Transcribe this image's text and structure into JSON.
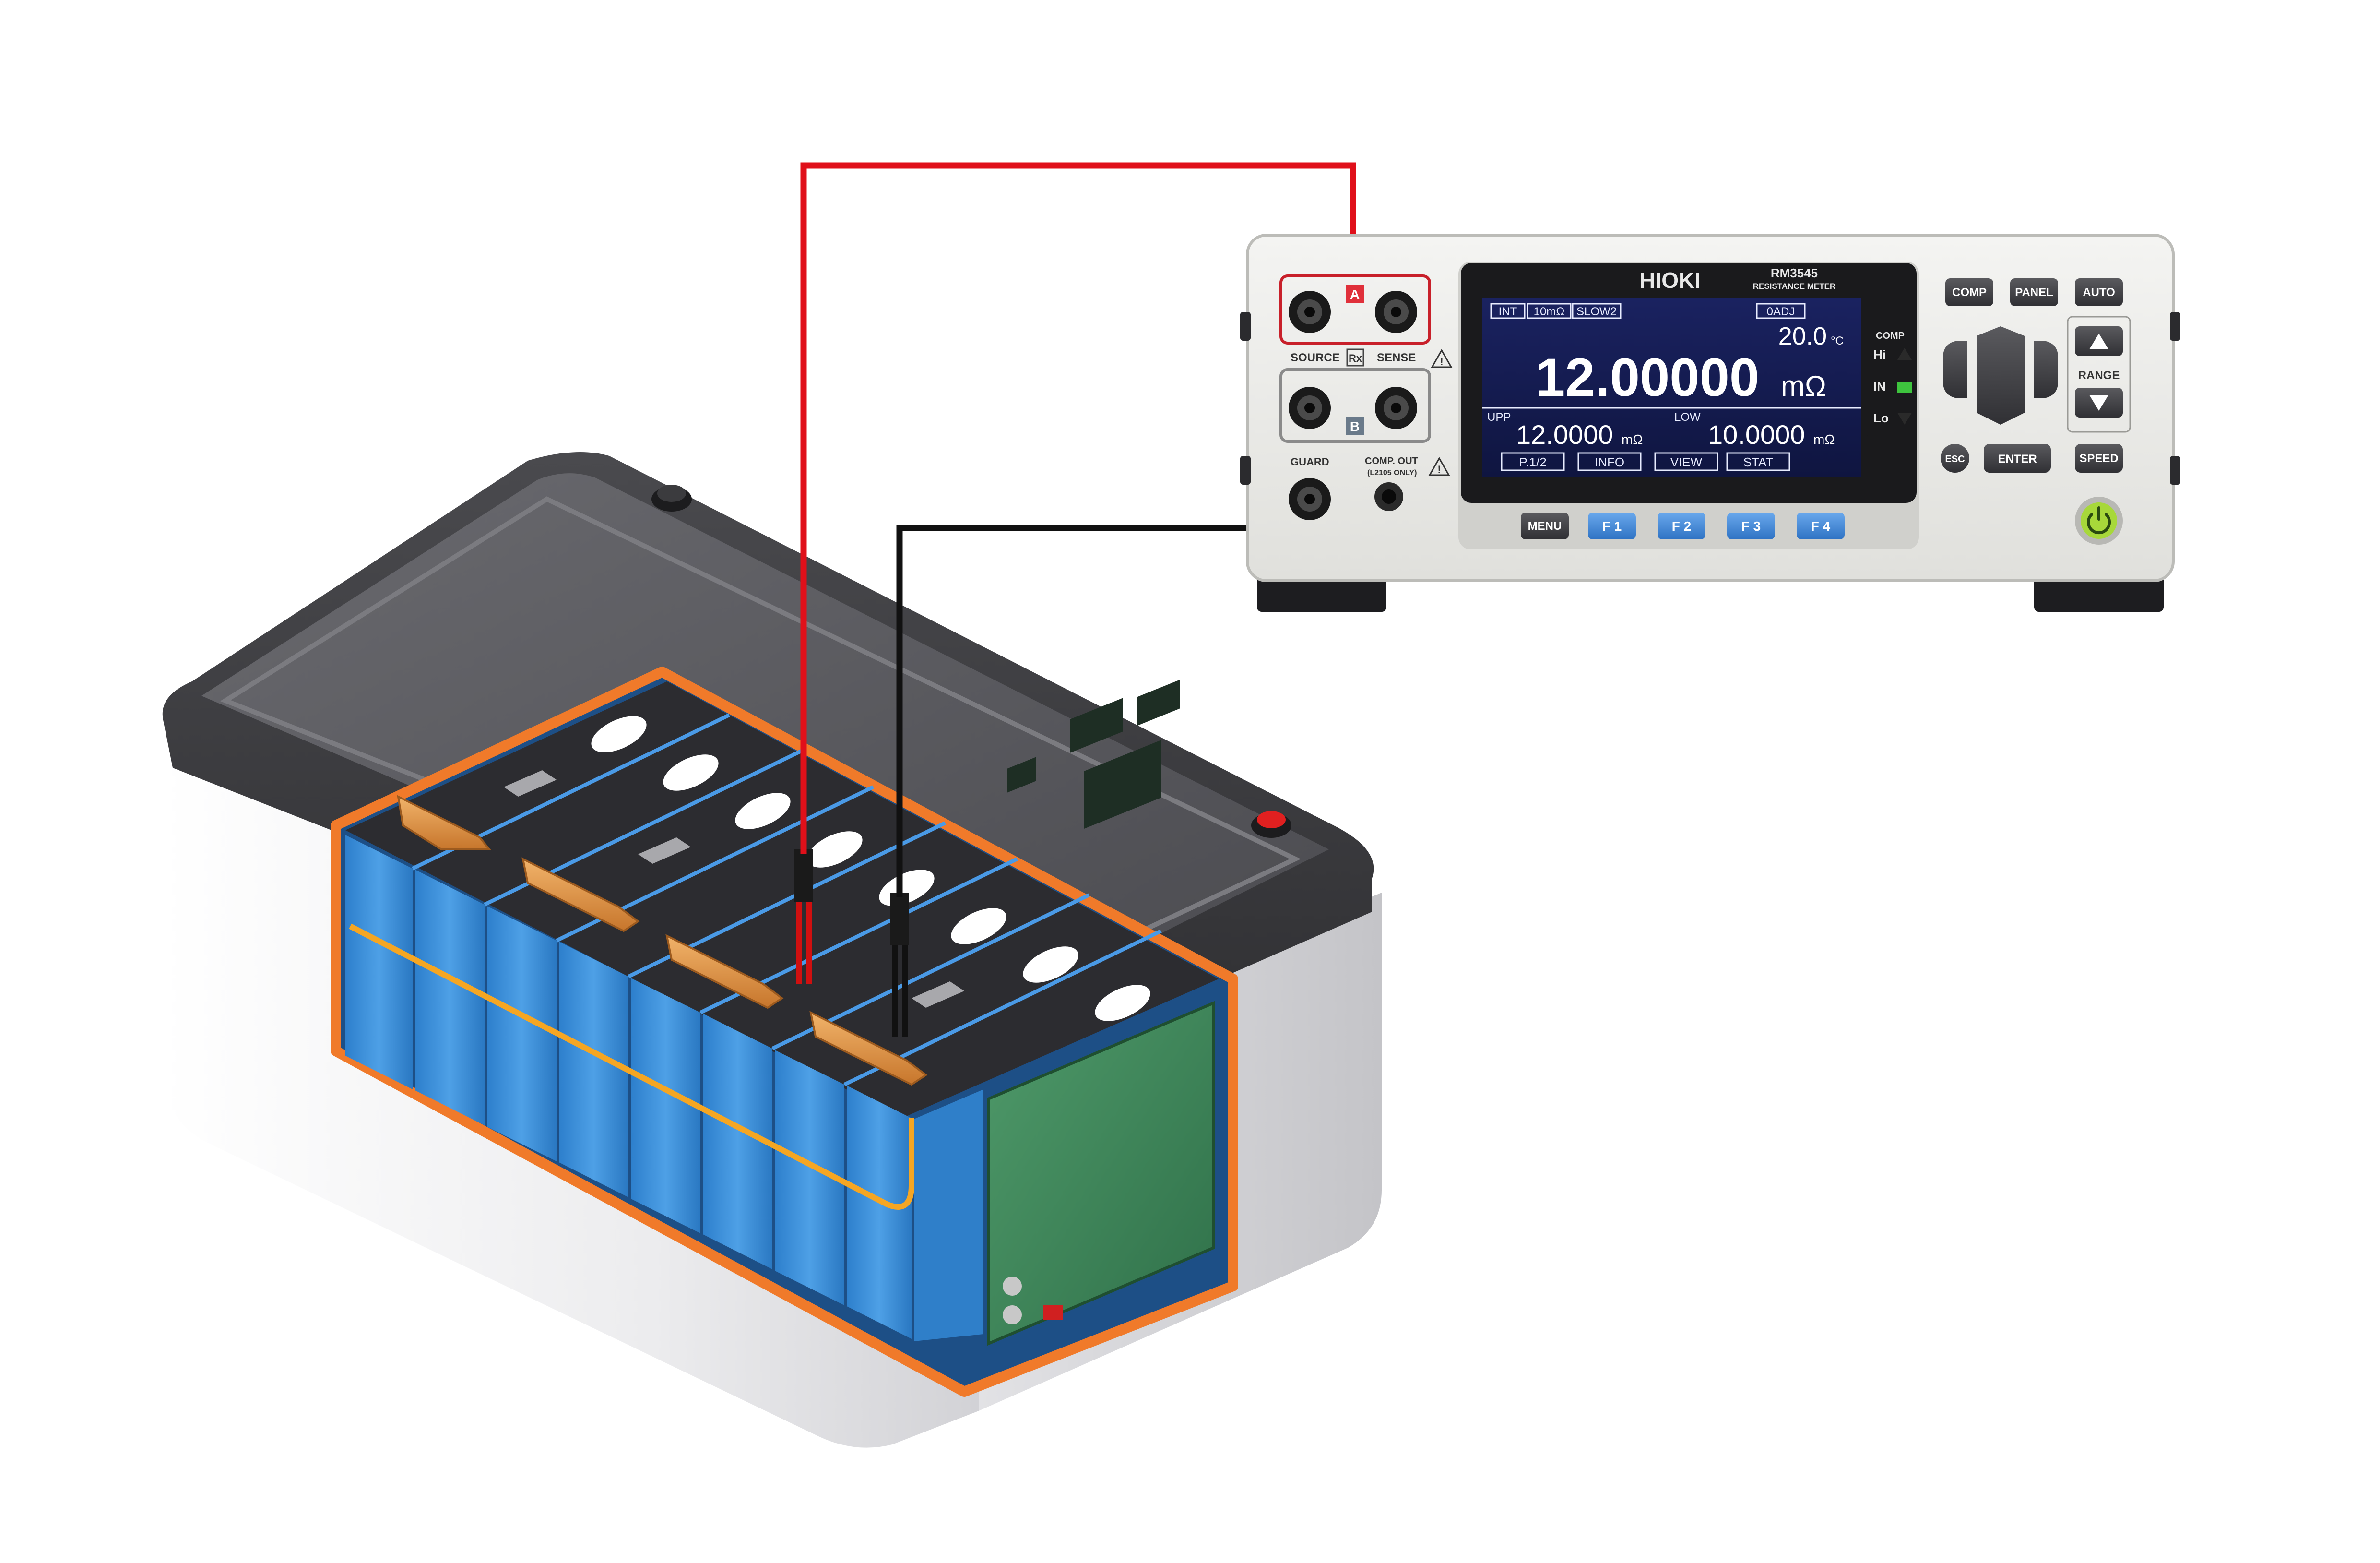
{
  "meter": {
    "brand": "HIOKI",
    "model": "RM3545",
    "subtitle": "RESISTANCE METER",
    "terminals": {
      "a_label": "A",
      "b_label": "B",
      "source": "SOURCE",
      "rx": "Rx",
      "sense": "SENSE",
      "guard": "GUARD",
      "comp_out": "COMP. OUT",
      "comp_out_note": "(L2105 ONLY)"
    },
    "display": {
      "tag_int": "INT",
      "tag_range": "10mΩ",
      "tag_speed": "SLOW2",
      "tag_adj": "0ADJ",
      "temperature": "20.0",
      "temp_unit": "°C",
      "reading": "12.00000",
      "reading_unit": "mΩ",
      "upp_label": "UPP",
      "upp_value": "12.0000",
      "upp_unit": "mΩ",
      "low_label": "LOW",
      "low_value": "10.0000",
      "low_unit": "mΩ",
      "tab_page": "P.1/2",
      "tab_info": "INFO",
      "tab_view": "VIEW",
      "tab_stat": "STAT"
    },
    "comp_indicator": {
      "title": "COMP",
      "hi": "Hi",
      "in": "IN",
      "lo": "Lo"
    },
    "keys": {
      "menu": "MENU",
      "f1": "F 1",
      "f2": "F 2",
      "f3": "F 3",
      "f4": "F 4",
      "comp": "COMP",
      "panel": "PANEL",
      "auto": "AUTO",
      "range": "RANGE",
      "esc": "ESC",
      "enter": "ENTER",
      "speed": "SPEED"
    }
  },
  "colors": {
    "lead_red": "#e0101a",
    "lead_black": "#111111",
    "cell_blue": "#3b8fd6",
    "cutaway_orange": "#f07a2a",
    "pcb_green": "#3f8a5a",
    "busbar_copper": "#d98a3a",
    "lcd_background": "#141c4a",
    "function_key_blue": "#3d86d8"
  },
  "icons": [
    "power-icon",
    "arrow-up-icon",
    "arrow-down-icon",
    "arrow-left-icon",
    "arrow-right-icon",
    "warning-icon"
  ]
}
